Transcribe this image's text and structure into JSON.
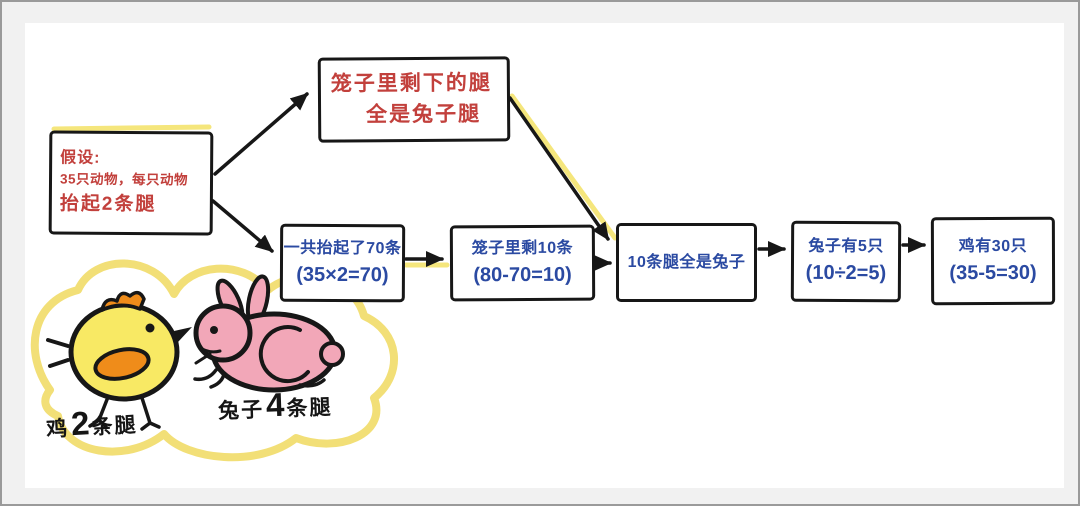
{
  "window": {
    "frame_color": "#f1f1f1",
    "border_color": "#9a9a9a",
    "page_color": "#ffffff"
  },
  "palette": {
    "red_marker": "#c2403c",
    "blue_marker": "#2b4aa2",
    "ink_black": "#171717",
    "yellow_highlight": "#f5e67c",
    "chick_yellow": "#f8e964",
    "chick_orange": "#ef8c1a",
    "rabbit_pink": "#f2a7b8"
  },
  "flowchart": {
    "hypothesis_box": {
      "line1": "假设:",
      "line2": "35只动物，每只动物",
      "line3": "抬起2条腿"
    },
    "branch_top_box": {
      "line1": "笼子里剩下的腿",
      "line2": "全是兔子腿"
    },
    "step1_box": {
      "line1": "一共抬起了70条",
      "line2": "(35×2=70)"
    },
    "step2_box": {
      "line1": "笼子里剩10条",
      "line2": "(80-70=10)"
    },
    "step3_box": {
      "line1": "10条腿全是兔子"
    },
    "step4_box": {
      "line1": "兔子有5只",
      "line2": "(10÷2=5)"
    },
    "step5_box": {
      "line1": "鸡有30只",
      "line2": "(35-5=30)"
    }
  },
  "legend_cloud": {
    "chicken": {
      "animal": "鸡",
      "count": "2",
      "unit": "条腿"
    },
    "rabbit": {
      "animal": "兔子",
      "count": "4",
      "unit": "条腿"
    }
  }
}
